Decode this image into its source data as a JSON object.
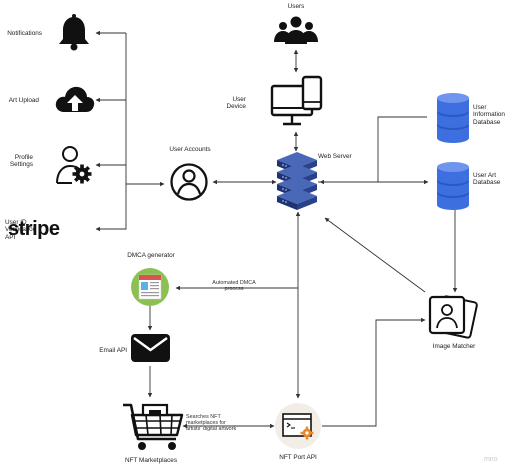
{
  "nodes": {
    "users": "Users",
    "user_device": "User\nDevice",
    "web_server": "Web Server",
    "user_accounts": "User Accounts",
    "notifications": "Notifications",
    "art_upload": "Art Upload",
    "profile_settings": "Profile\nSettings",
    "user_id_api": "User ID\nVerification\nAPI",
    "stripe": "stripe",
    "user_info_db": "User\nInformation\nDatabase",
    "user_art_db": "User Art\nDatabase",
    "dmca_generator": "DMCA generator",
    "email_api": "Email API",
    "nft_marketplaces": "NFT Marketplaces",
    "nft_port_api": "NFT Port API",
    "image_matcher": "Image Matcher"
  },
  "edge_labels": {
    "automated_dmca": "Automated DMCA\nprocess",
    "searches_nft": "Searches NFT\nmarketplaces for\nartists' digital artwork"
  },
  "watermark": "miro",
  "colors": {
    "line": "#333333",
    "db_blue": "#3d6fe0",
    "server_navy": "#27418a",
    "dmca_green": "#8cc152",
    "api_bg": "#f3ede8",
    "gear_orange": "#e8892a"
  }
}
